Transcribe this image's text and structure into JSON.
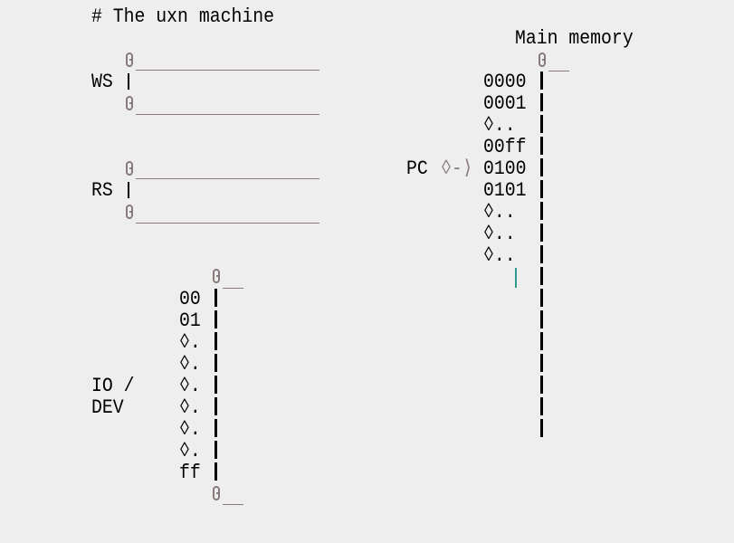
{
  "title": "# The uxn machine",
  "stacks": [
    {
      "label": "WS"
    },
    {
      "label": "RS"
    }
  ],
  "memory": {
    "title": "Main memory",
    "addresses": [
      "0000",
      "0001",
      "◊..",
      "00ff",
      "0100",
      "0101",
      "◊..",
      "◊..",
      "◊.."
    ],
    "pc_label": "PC",
    "pc_arrow": "◊-⟩"
  },
  "io": {
    "label_line1": "IO /",
    "label_line2": "DEV",
    "addresses": [
      "00",
      "01",
      "◊.",
      "◊.",
      "◊.",
      "◊.",
      "◊.",
      "◊.",
      "ff"
    ]
  },
  "colors": {
    "background": "#eeeeee",
    "accent": "#8a7a7a",
    "cursor": "#2a9d8f"
  }
}
